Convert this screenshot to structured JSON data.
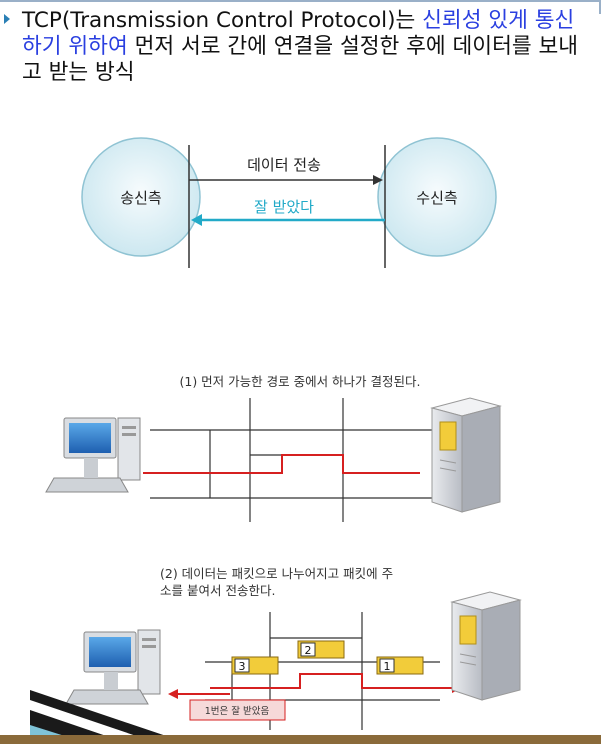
{
  "intro": {
    "prefix": "TCP(Transmission Control Protocol)는 ",
    "highlight": "신뢰성 있게 통신하기 위하여",
    "suffix": " 먼저 서로 간에 연결을 설정한 후에 데이터를 보내고 받는 방식"
  },
  "diagram1": {
    "sender": "송신측",
    "receiver": "수신측",
    "send_label": "데이터 전송",
    "ack_label": "잘 받았다"
  },
  "diagram2": {
    "caption": "(1) 먼저 가능한 경로 중에서 하나가 결정된다."
  },
  "diagram3": {
    "caption_line1": "(2) 데이터는 패킷으로 나누어지고 패킷에 주",
    "caption_line2": "소를 붙여서 전송한다.",
    "packets": [
      "3",
      "2",
      "1"
    ],
    "ack_box": "1번은 잘 받았음"
  },
  "colors": {
    "highlight": "#2a3fe0",
    "route_red": "#d62020",
    "ack_cyan": "#22aac8",
    "packet_yellow": "#f2cc3a",
    "footer_brown": "#8a6a3a"
  }
}
